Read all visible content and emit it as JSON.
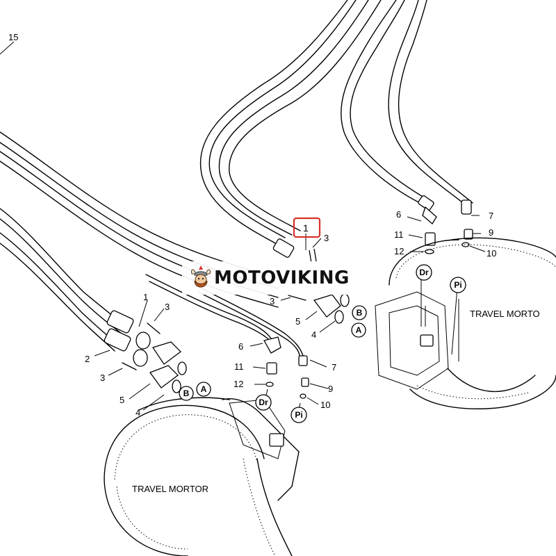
{
  "watermark": {
    "brand": "MOTOVIKING",
    "logo_icon": "viking-head-icon"
  },
  "callouts": {
    "c15": "15",
    "c1_top": "1",
    "c3_top": "3",
    "c3_mid": "3",
    "c1_left": "1",
    "c3_left_a": "3",
    "c2_left": "2",
    "c3_left_b": "3",
    "c5_left": "5",
    "c4_left": "4",
    "c5_mid": "5",
    "c4_mid": "4",
    "c6_right": "6",
    "c11_right": "11",
    "c12_right": "12",
    "c7_right": "7",
    "c9_right": "9",
    "c10_right": "10",
    "c6_mid": "6",
    "c11_mid": "11",
    "c12_mid": "12",
    "c7_mid": "7",
    "c9_mid": "9",
    "c10_mid": "10"
  },
  "ports": {
    "b_left": "B",
    "a_left": "A",
    "b_mid": "B",
    "a_mid": "A",
    "dr_right": "Dr",
    "pi_right": "Pi",
    "dr_left": "Dr",
    "pi_left": "Pi"
  },
  "motors": {
    "right_label": "TRAVEL MORTO",
    "left_label": "TRAVEL MORTOR"
  },
  "highlight_color": "#d9302a"
}
